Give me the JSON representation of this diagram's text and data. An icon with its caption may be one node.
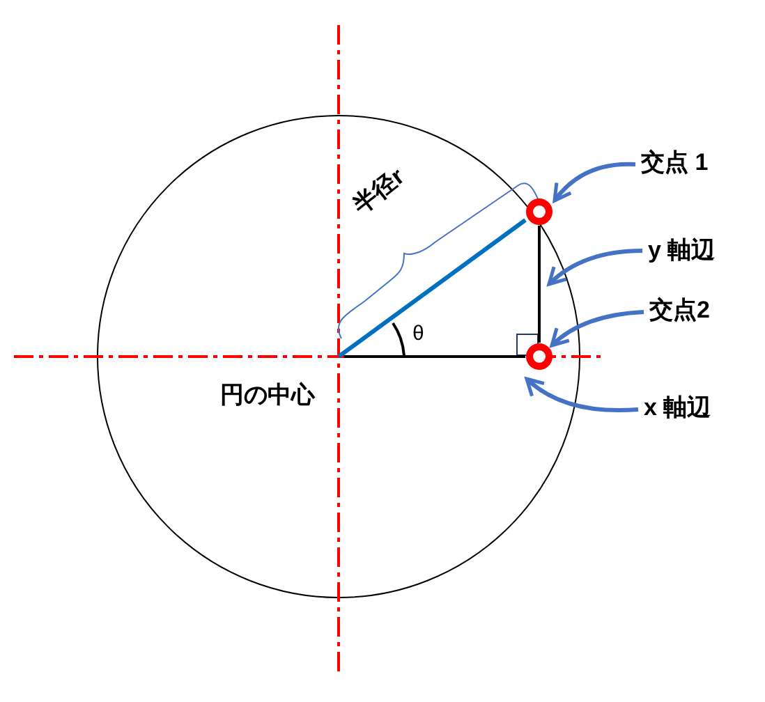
{
  "diagram": {
    "nodes": [
      {
        "text": [
          "交点 1"
        ]
      },
      {
        "text": [],
        "shape": "circle"
      },
      {
        "text": [
          "y 軸辺"
        ]
      },
      {
        "text": [],
        "shape": "line"
      },
      {
        "text": [
          "交点2"
        ]
      },
      {
        "text": [],
        "shape": "circle"
      },
      {
        "text": [
          "x 軸辺"
        ]
      },
      {
        "text": [],
        "shape": "line"
      }
    ],
    "edges": [
      {
        "from": 0,
        "to": 1,
        "arrow": "to"
      },
      {
        "from": 2,
        "to": 3,
        "arrow": "to"
      },
      {
        "from": 4,
        "to": 5,
        "arrow": "to"
      },
      {
        "from": 6,
        "to": 7,
        "arrow": "to"
      }
    ],
    "labels": [
      "半径r",
      "θ",
      "円の中心"
    ]
  }
}
